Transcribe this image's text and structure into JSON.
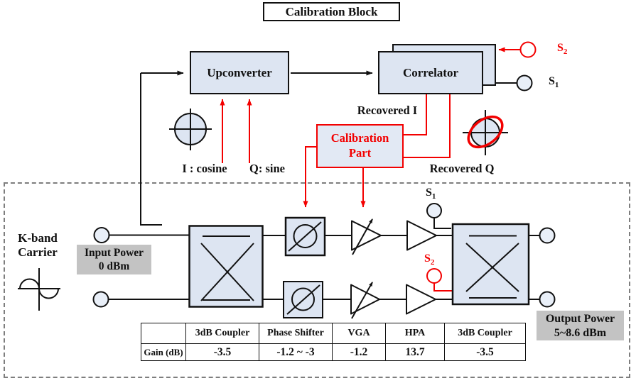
{
  "title": "Calibration Block",
  "blocks": {
    "upconverter": "Upconverter",
    "correlator": "Correlator",
    "calibration_part": "Calibration Part"
  },
  "signals": {
    "i_input": "I : cosine",
    "q_input": "Q: sine",
    "recovered_i": "Recovered I",
    "recovered_q": "Recovered Q",
    "s1": {
      "base": "S",
      "sub": "1"
    },
    "s2": {
      "base": "S",
      "sub": "2"
    }
  },
  "carrier": {
    "line1": "K-band",
    "line2": "Carrier"
  },
  "input_power": {
    "line1": "Input Power",
    "line2": "0 dBm"
  },
  "output_power": {
    "line1": "Output Power",
    "line2": "5~8.6 dBm"
  },
  "gain_table": {
    "headers": [
      "",
      "3dB Coupler",
      "Phase Shifter",
      "VGA",
      "HPA",
      "3dB Coupler"
    ],
    "row_label": "Gain (dB)",
    "values": [
      "-3.5",
      "-1.2 ~ -3",
      "-1.2",
      "13.7",
      "-3.5"
    ]
  },
  "symbols": {
    "ideal_constellation": "circle-with-crosshair",
    "distorted_constellation": "circle-with-crosshair-and-red-ellipse",
    "carrier_wave": "sine-wave-on-axes"
  },
  "colors": {
    "accent_red": "#f30000",
    "block_fill": "#dde5f2",
    "label_gray": "#c3c3c3",
    "dashed_border": "#7e7e7e"
  }
}
